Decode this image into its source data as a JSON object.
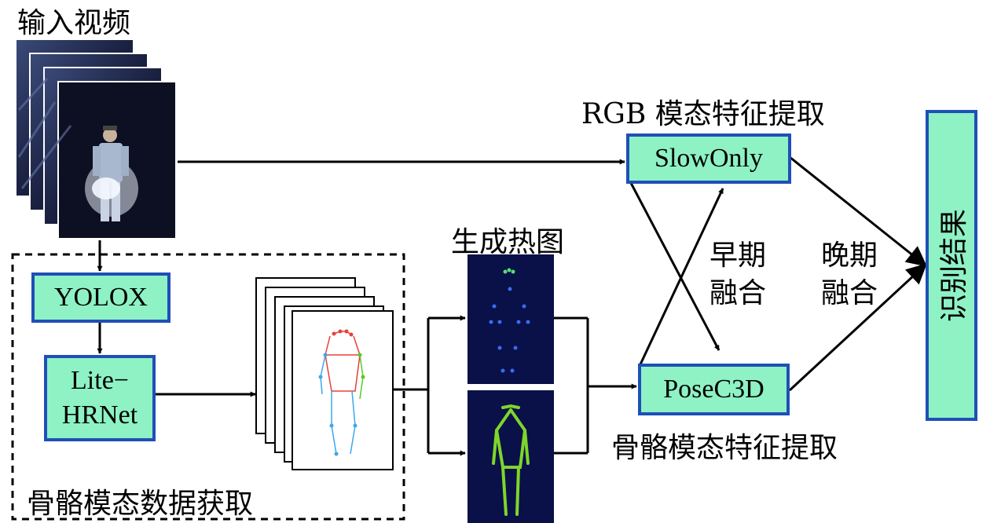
{
  "input_video_label": "输入视频",
  "rgb_feature_label": "RGB 模态特征提取",
  "skeleton_feature_label": "骨骼模态特征提取",
  "skeleton_data_label": "骨骼模态数据获取",
  "heatmap_label": "生成热图",
  "early_fusion": {
    "line1": "早期",
    "line2": "融合"
  },
  "late_fusion": {
    "line1": "晚期",
    "line2": "融合"
  },
  "modules": {
    "slowonly": "SlowOnly",
    "posec3d": "PoseC3D",
    "yolox": "YOLOX",
    "litehrnet_line1": "Lite−",
    "litehrnet_line2": "HRNet",
    "result": "识别结果"
  },
  "colors": {
    "box_fill": "#8ef2c4",
    "box_border": "#1f4fb8",
    "heatmap_bg": "#0a1048"
  }
}
